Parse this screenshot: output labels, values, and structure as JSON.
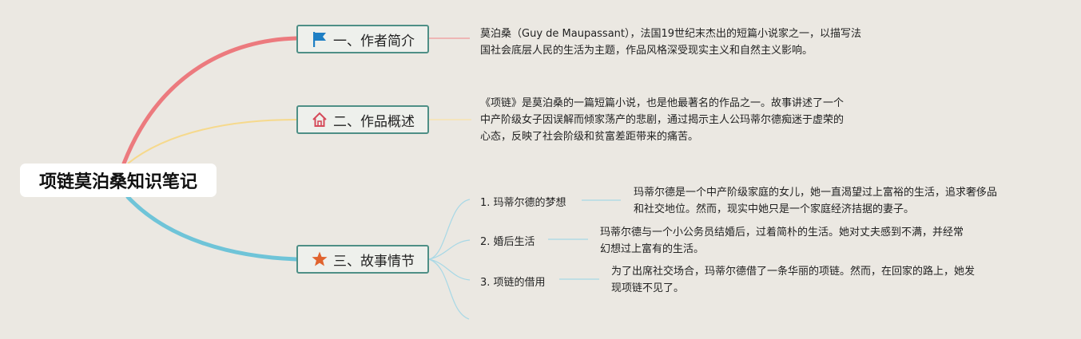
{
  "root": {
    "title": "项链莫泊桑知识笔记"
  },
  "colors": {
    "branch1": "#ec7a7e",
    "branch2": "#f6d98c",
    "branch3": "#6fc4d8",
    "topic_border": "#4e8f86",
    "sub_line": "#a7d8e6",
    "note_line1": "#efa6a6",
    "note_line2": "#f7e3b0"
  },
  "topics": [
    {
      "label": "一、作者简介",
      "icon": "flag-icon",
      "note": [
        "莫泊桑（Guy de Maupassant），法国19世纪末杰出的短篇小说家之一，以描写法",
        "国社会底层人民的生活为主题，作品风格深受现实主义和自然主义影响。"
      ]
    },
    {
      "label": "二、作品概述",
      "icon": "home-icon",
      "note": [
        "《项链》是莫泊桑的一篇短篇小说，也是他最著名的作品之一。故事讲述了一个",
        "中产阶级女子因误解而倾家荡产的悲剧，通过揭示主人公玛蒂尔德痴迷于虚荣的",
        "心态，反映了社会阶级和贫富差距带来的痛苦。"
      ]
    },
    {
      "label": "三、故事情节",
      "icon": "star-icon",
      "subs": [
        {
          "label": "1. 玛蒂尔德的梦想",
          "note": [
            "玛蒂尔德是一个中产阶级家庭的女儿，她一直渴望过上富裕的生活，追求奢侈品",
            "和社交地位。然而，现实中她只是一个家庭经济拮据的妻子。"
          ]
        },
        {
          "label": "2. 婚后生活",
          "note": [
            "玛蒂尔德与一个小公务员结婚后，过着简朴的生活。她对丈夫感到不满，并经常",
            "幻想过上富有的生活。"
          ]
        },
        {
          "label": "3. 项链的借用",
          "note": [
            "为了出席社交场合，玛蒂尔德借了一条华丽的项链。然而，在回家的路上，她发",
            "现项链不见了。"
          ]
        }
      ]
    }
  ]
}
